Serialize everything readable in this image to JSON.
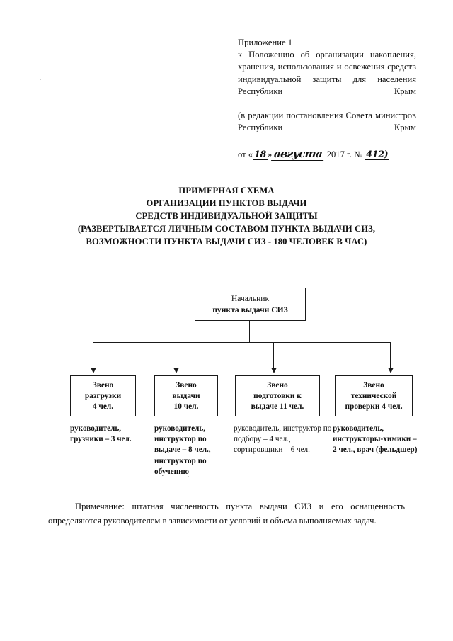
{
  "document": {
    "header": {
      "appendix_label": "Приложение 1",
      "reference_lines": [
        "к Положению об организации накопления, хранения, использования и освежения средств индивидуальной защиты для населения Республики Крым",
        "(в редакции постановления Совета министров Республики Крым"
      ],
      "date_prefix": "от «",
      "date_day": "18",
      "date_quote": "»",
      "date_month": "августа",
      "date_year": "2017 г. №",
      "date_number": "412)"
    },
    "title_lines": [
      "ПРИМЕРНАЯ СХЕМА",
      "ОРГАНИЗАЦИИ ПУНКТОВ ВЫДАЧИ",
      "СРЕДСТВ ИНДИВИДУАЛЬНОЙ ЗАЩИТЫ",
      "(РАЗВЕРТЫВАЕТСЯ ЛИЧНЫМ СОСТАВОМ ПУНКТА ВЫДАЧИ СИЗ,",
      "ВОЗМОЖНОСТИ ПУНКТА ВЫДАЧИ СИЗ - 180 ЧЕЛОВЕК В ЧАС)"
    ],
    "chart": {
      "root": {
        "line1": "Начальник",
        "line2": "пункта выдачи СИЗ"
      },
      "nodes": [
        {
          "line1": "Звено",
          "line2": "разгрузки",
          "line3": "4 чел.",
          "caption": "руководитель, грузчики – 3 чел."
        },
        {
          "line1": "Звено",
          "line2": "выдачи",
          "line3": "10 чел.",
          "caption": "руководитель, инструктор по выдаче – 8 чел., инструктор по обучению"
        },
        {
          "line1": "Звено",
          "line2": "подготовки к",
          "line3": "выдаче 11 чел.",
          "caption": "руководитель, инструктор по подбору – 4 чел., сортировщики – 6 чел."
        },
        {
          "line1": "Звено",
          "line2": "технической",
          "line3": "проверки 4 чел.",
          "caption": "руководитель, инструкторы-химики – 2 чел., врач (фельдшер)"
        }
      ]
    },
    "note": {
      "label": "Примечание:",
      "body": "штатная численность пункта выдачи СИЗ и его оснащенность определяются руководителем в зависимости от условий и объема выполняемых задач."
    }
  }
}
